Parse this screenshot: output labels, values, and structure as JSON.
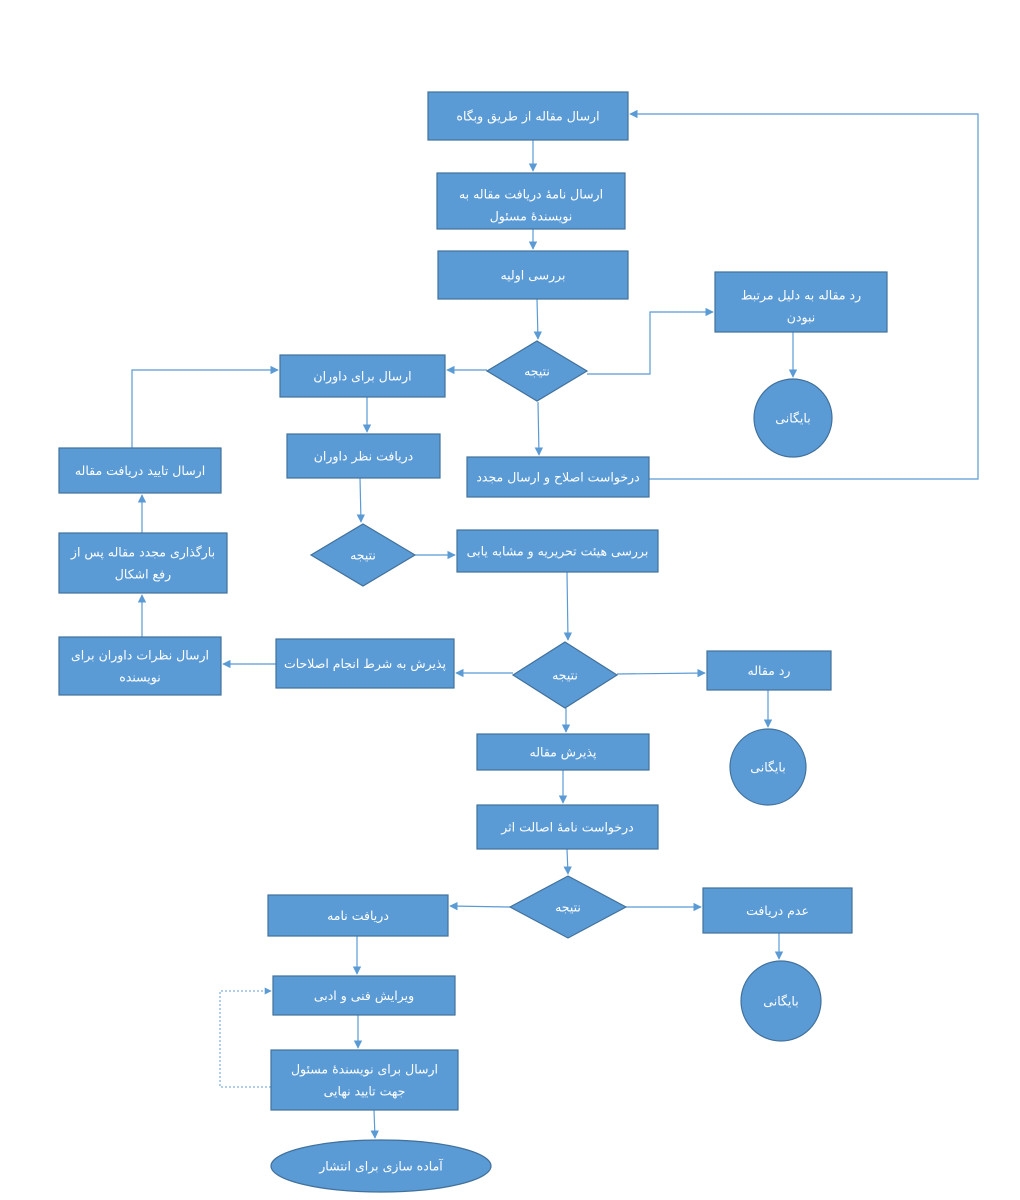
{
  "colors": {
    "fill": "#5b9bd5",
    "stroke": "#41719c",
    "edge": "#5b9bd5",
    "text": "#ffffff"
  },
  "nodes": {
    "submit_web": {
      "shape": "rect",
      "label": [
        "ارسال مقاله از طریق وبگاه"
      ]
    },
    "receipt_letter": {
      "shape": "rect",
      "label": [
        "ارسال نامهٔ دریافت مقاله به",
        "نویسندهٔ مسئول"
      ]
    },
    "initial_review": {
      "shape": "rect",
      "label": [
        "بررسی اولیه"
      ]
    },
    "decision_1": {
      "shape": "diamond",
      "label": [
        "نتیجه"
      ]
    },
    "reject_irrelevant": {
      "shape": "rect",
      "label": [
        "رد مقاله به دلیل مرتبط",
        "نبودن"
      ]
    },
    "archive_1": {
      "shape": "circle",
      "label": [
        "بایگانی"
      ]
    },
    "send_reviewers": {
      "shape": "rect",
      "label": [
        "ارسال برای داوران"
      ]
    },
    "revise_resubmit": {
      "shape": "rect",
      "label": [
        "درخواست اصلاح و ارسال مجدد"
      ]
    },
    "receive_reviews": {
      "shape": "rect",
      "label": [
        "دریافت نظر داوران"
      ]
    },
    "decision_2": {
      "shape": "diamond",
      "label": [
        "نتیجه"
      ]
    },
    "board_review": {
      "shape": "rect",
      "label": [
        "بررسی هیئت تحریریه و مشابه یابی"
      ]
    },
    "confirm_receipt": {
      "shape": "rect",
      "label": [
        "ارسال تایید دریافت مقاله"
      ]
    },
    "reupload": {
      "shape": "rect",
      "label": [
        "بارگذاری مجدد مقاله پس از",
        "رفع اشکال"
      ]
    },
    "send_comments": {
      "shape": "rect",
      "label": [
        "ارسال نظرات داوران برای",
        "نویسنده"
      ]
    },
    "conditional_accept": {
      "shape": "rect",
      "label": [
        "پذیرش به شرط انجام اصلاحات"
      ]
    },
    "decision_3": {
      "shape": "diamond",
      "label": [
        "نتیجه"
      ]
    },
    "reject": {
      "shape": "rect",
      "label": [
        "رد مقاله"
      ]
    },
    "archive_2": {
      "shape": "circle",
      "label": [
        "بایگانی"
      ]
    },
    "accept": {
      "shape": "rect",
      "label": [
        "پذیرش مقاله"
      ]
    },
    "originality_request": {
      "shape": "rect",
      "label": [
        "درخواست نامهٔ اصالت اثر"
      ]
    },
    "decision_4": {
      "shape": "diamond",
      "label": [
        "نتیجه"
      ]
    },
    "letter_received": {
      "shape": "rect",
      "label": [
        "دریافت نامه"
      ]
    },
    "not_received": {
      "shape": "rect",
      "label": [
        "عدم دریافت"
      ]
    },
    "archive_3": {
      "shape": "circle",
      "label": [
        "بایگانی"
      ]
    },
    "editing": {
      "shape": "rect",
      "label": [
        "ویرایش فنی و ادبی"
      ]
    },
    "final_approval": {
      "shape": "rect",
      "label": [
        "ارسال برای نویسندهٔ مسئول",
        "جهت تایید نهایی"
      ]
    },
    "publish_prep": {
      "shape": "ellipse",
      "label": [
        "آماده سازی برای انتشار"
      ]
    }
  },
  "edges": [
    [
      "submit_web",
      "receipt_letter"
    ],
    [
      "receipt_letter",
      "initial_review"
    ],
    [
      "initial_review",
      "decision_1"
    ],
    [
      "decision_1",
      "reject_irrelevant"
    ],
    [
      "reject_irrelevant",
      "archive_1"
    ],
    [
      "decision_1",
      "send_reviewers"
    ],
    [
      "decision_1",
      "revise_resubmit"
    ],
    [
      "revise_resubmit",
      "submit_web"
    ],
    [
      "send_reviewers",
      "receive_reviews"
    ],
    [
      "receive_reviews",
      "decision_2"
    ],
    [
      "decision_2",
      "board_review"
    ],
    [
      "board_review",
      "decision_3"
    ],
    [
      "decision_3",
      "reject"
    ],
    [
      "reject",
      "archive_2"
    ],
    [
      "decision_3",
      "conditional_accept"
    ],
    [
      "conditional_accept",
      "send_comments"
    ],
    [
      "send_comments",
      "reupload"
    ],
    [
      "reupload",
      "confirm_receipt"
    ],
    [
      "confirm_receipt",
      "send_reviewers"
    ],
    [
      "decision_3",
      "accept"
    ],
    [
      "accept",
      "originality_request"
    ],
    [
      "originality_request",
      "decision_4"
    ],
    [
      "decision_4",
      "letter_received"
    ],
    [
      "decision_4",
      "not_received"
    ],
    [
      "not_received",
      "archive_3"
    ],
    [
      "letter_received",
      "editing"
    ],
    [
      "editing",
      "final_approval"
    ],
    [
      "final_approval",
      "editing"
    ],
    [
      "final_approval",
      "publish_prep"
    ]
  ]
}
